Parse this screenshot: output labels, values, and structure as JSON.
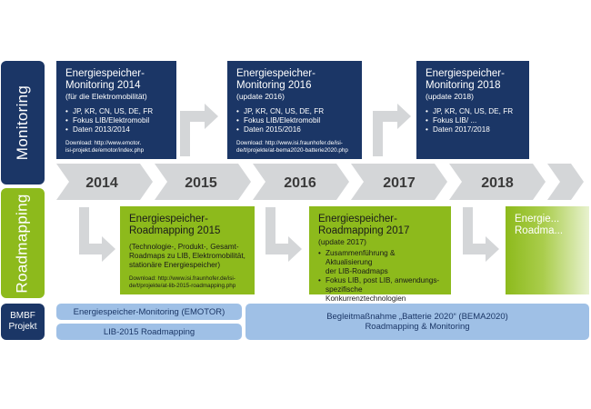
{
  "sidebars": {
    "monitoring": "Monitoring",
    "roadmapping": "Roadmapping",
    "bmbf": [
      "BMBF",
      "Projekt"
    ]
  },
  "timeline": {
    "years": [
      "2014",
      "2015",
      "2016",
      "2017",
      "2018"
    ]
  },
  "monitoring_boxes": [
    {
      "title_line1": "Energiespeicher-",
      "title_line2": "Monitoring 2014",
      "subtitle": "(für die Elektromobilität)",
      "bullets": [
        "JP, KR, CN, US, DE, FR",
        "Fokus LIB/Elektromobil",
        "Daten 2013/2014"
      ],
      "download_line1": "Download: http://www.emotor.",
      "download_line2": "isi-projekt.de/emotor/index.php"
    },
    {
      "title_line1": "Energiespeicher-",
      "title_line2": "Monitoring 2016",
      "subtitle": "(update 2016)",
      "bullets": [
        "JP, KR, CN, US, DE, FR",
        "Fokus LIB/Elektromobil",
        "Daten 2015/2016"
      ],
      "download_line1": "Download: http://www.isi.fraunhofer.de/isi-",
      "download_line2": "de/t/projekte/at-bema2020-batterie2020.php"
    },
    {
      "title_line1": "Energiespeicher-",
      "title_line2": "Monitoring 2018",
      "subtitle": "(update 2018)",
      "bullets": [
        "JP, KR, CN, US, DE, FR",
        "Fokus LIB/ ...",
        "Daten 2017/2018"
      ]
    }
  ],
  "roadmap_boxes": [
    {
      "title_line1": "Energiespeicher-",
      "title_line2": "Roadmapping 2015",
      "paragraph": [
        "(Technologie-, Produkt-, Gesamt-",
        "Roadmaps zu LIB, Elektromobilität,",
        "stationäre Energiespeicher)"
      ],
      "download_line1": "Download: http://www.isi.fraunhofer.de/isi-",
      "download_line2": "de/t/projekte/at-lib-2015-roadmapping.php"
    },
    {
      "title_line1": "Energiespeicher-",
      "title_line2": "Roadmapping 2017",
      "subtitle": "(update 2017)",
      "bullets": [
        "Zusammenführung & Aktualisierung",
        "der LIB-Roadmaps",
        "Fokus LIB, post LIB, anwendungs-",
        "spezifische Konkurrenztechnologien"
      ]
    },
    {
      "title_line1": "Energie...",
      "title_line2": "Roadma..."
    }
  ],
  "project_bars": {
    "emotor": "Energiespeicher-Monitoring (EMOTOR)",
    "lib2015": "LIB-2015 Roadmapping",
    "bema_line1": "Begleitmaßnahme „Batterie 2020“ (BEMA2020)",
    "bema_line2": "Roadmapping & Monitoring"
  },
  "colors": {
    "navy": "#1b3666",
    "green": "#8dba1c",
    "light_blue": "#9fc0e6",
    "arrow_gray": "#d4d6d8",
    "year_text": "#3a3a3a"
  }
}
